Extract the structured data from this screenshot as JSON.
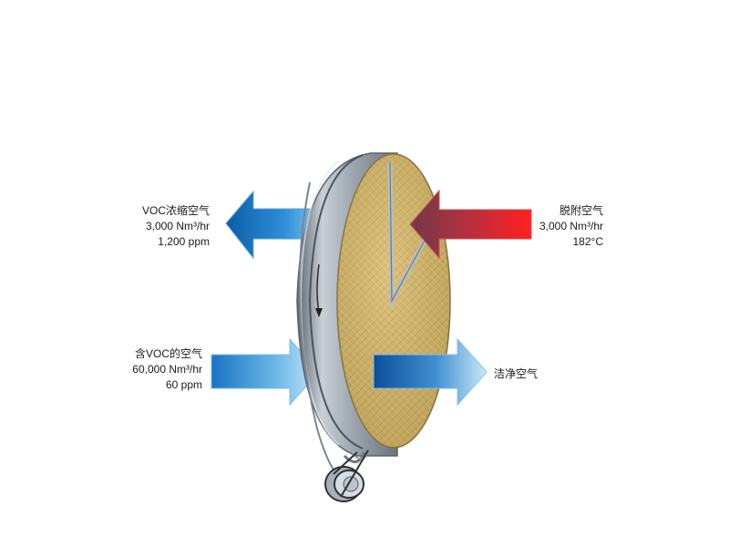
{
  "labels": {
    "concentrated_air": {
      "name": "VOC浓缩空气",
      "flow": "3,000 Nm³/hr",
      "concentration": "1,200 ppm"
    },
    "desorption_air": {
      "name": "脱附空气",
      "flow": "3,000 Nm³/hr",
      "temperature": "182°C"
    },
    "voc_inlet_air": {
      "name": "含VOC的空气",
      "flow": "60,000 Nm³/hr",
      "concentration": "60 ppm"
    },
    "clean_air": {
      "name": "洁净空气"
    }
  },
  "colors": {
    "blue_dark": "#0a5ea8",
    "blue_light": "#bfe6f8",
    "red_hot": "#ff1f1f",
    "red_dark": "#7a3440",
    "wheel_core": "#d8b866",
    "wheel_rim": "#9aa3ab"
  }
}
